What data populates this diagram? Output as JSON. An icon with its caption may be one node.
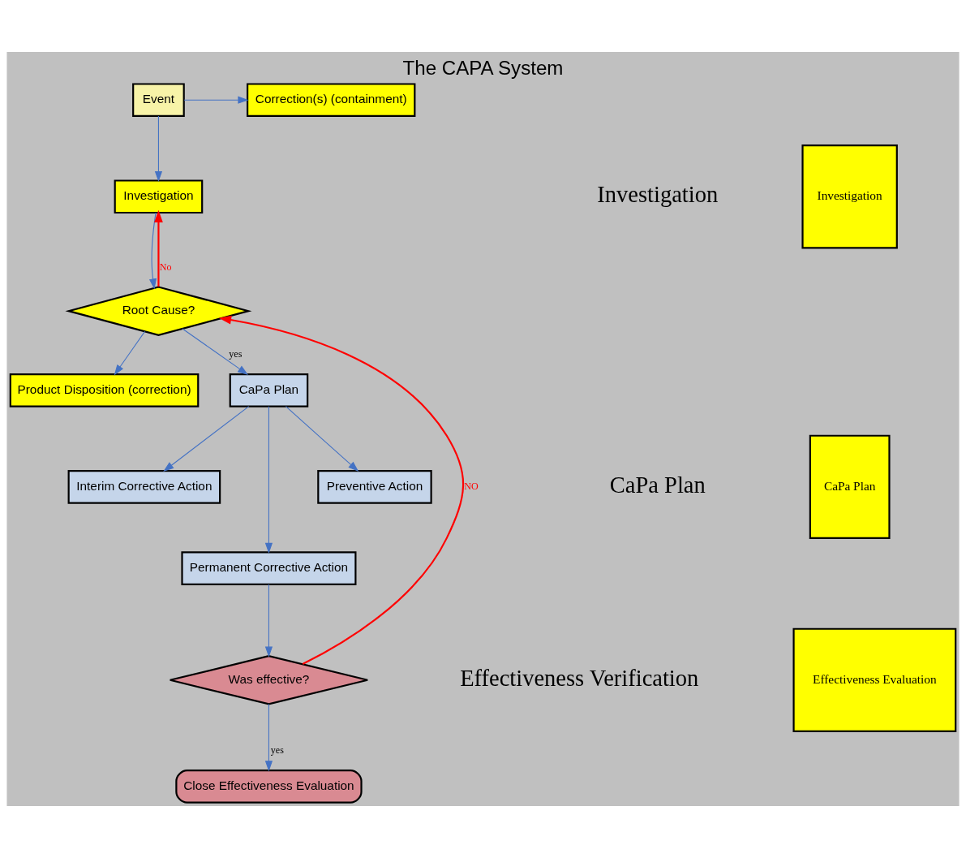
{
  "diagram": {
    "title": "The CAPA System",
    "nodes": [
      {
        "text": [
          "Event"
        ]
      },
      {
        "text": [
          "Correction(s) (containment)"
        ]
      },
      {
        "text": [
          "Investigation"
        ]
      },
      {
        "text": [
          "Root Cause?"
        ]
      },
      {
        "text": [
          "Product Disposition (correction)"
        ]
      },
      {
        "text": [
          "CaPa Plan"
        ]
      },
      {
        "text": [
          "Interim Corrective Action"
        ]
      },
      {
        "text": [
          "Permanent Corrective Action"
        ]
      },
      {
        "text": [
          "Preventive Action"
        ]
      },
      {
        "text": [
          "Was effective?"
        ]
      },
      {
        "text": [
          "Close Effectiveness Evaluation"
        ]
      },
      {
        "text": [
          "Investigation"
        ]
      },
      {
        "text": [
          "CaPa Plan"
        ]
      },
      {
        "text": [
          "Effectiveness Evaluation"
        ]
      }
    ],
    "edges": [
      {
        "from": 0,
        "to": 2,
        "arrow": "to"
      },
      {
        "from": 0,
        "to": 1,
        "arrow": "to"
      },
      {
        "from": 2,
        "to": 3,
        "arrow": "to"
      },
      {
        "from": 3,
        "to": 2,
        "arrow": "to",
        "label": "No",
        "color": "#ff0000"
      },
      {
        "from": 3,
        "to": 5,
        "arrow": "to",
        "label": "yes"
      },
      {
        "from": 3,
        "to": 4,
        "arrow": "to"
      },
      {
        "from": 5,
        "to": 6,
        "arrow": "to"
      },
      {
        "from": 5,
        "to": 7,
        "arrow": "to"
      },
      {
        "from": 5,
        "to": 8,
        "arrow": "to"
      },
      {
        "from": 7,
        "to": 9,
        "arrow": "to"
      },
      {
        "from": 9,
        "to": 3,
        "arrow": "to",
        "label": "NO",
        "color": "#ff0000"
      },
      {
        "from": 9,
        "to": 10,
        "arrow": "to",
        "label": "yes"
      }
    ],
    "labels": [
      "Investigation",
      "CaPa Plan",
      "Effectiveness Verification"
    ]
  }
}
